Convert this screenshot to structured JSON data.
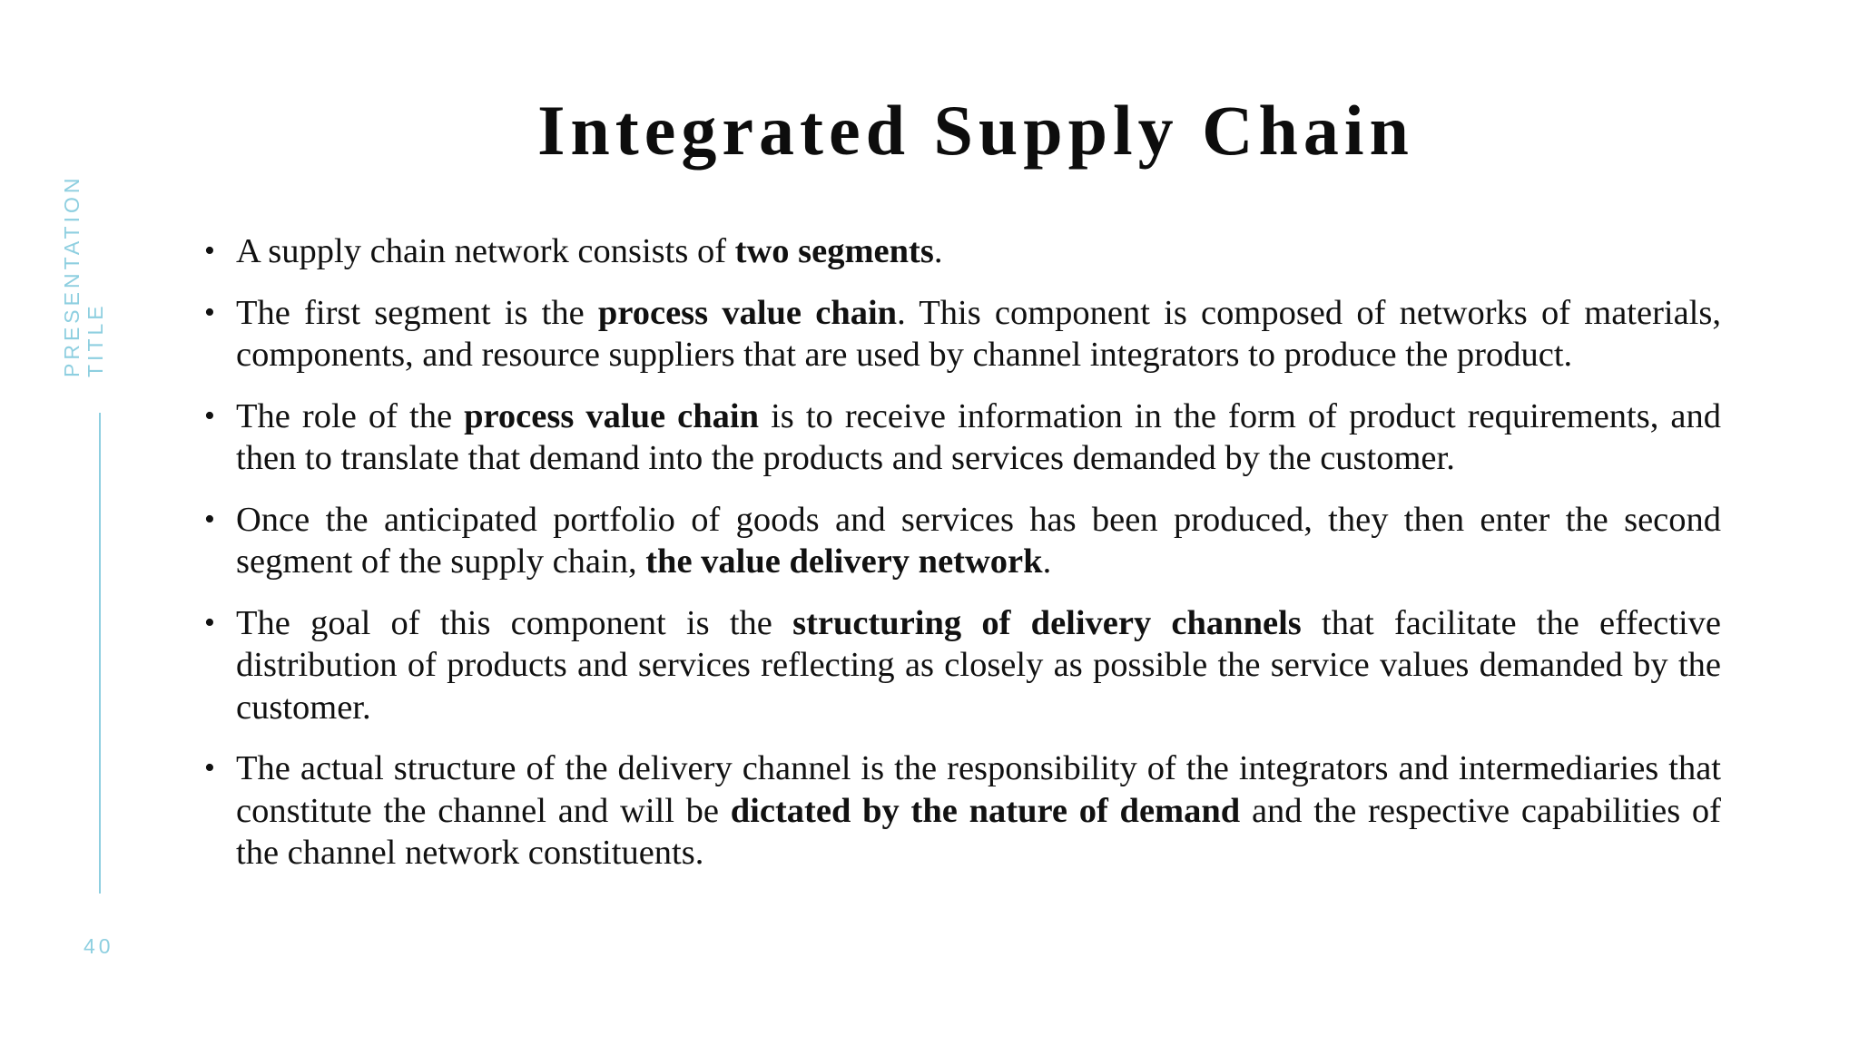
{
  "sidebar": {
    "title_line1": "PRESENTATION",
    "title_line2": "TITLE",
    "page_number": "40"
  },
  "slide": {
    "title": "Integrated Supply Chain",
    "bullet_symbol": "•",
    "bullets": [
      {
        "p1": "A supply chain network consists of ",
        "b1": "two segments",
        "p2": "."
      },
      {
        "p1": "The first segment is the ",
        "b1": "process value chain",
        "p2": ". This component is composed of networks of materials, components, and resource suppliers that are used by channel integrators to produce the product."
      },
      {
        "p1": "The role of the ",
        "b1": "process value chain",
        "p2": " is to receive information in the form of product requirements, and then to translate that demand into the products and services demanded by the customer."
      },
      {
        "p1": "Once the anticipated portfolio of goods and services has been produced, they then enter the second segment of the supply chain, ",
        "b1": "the value delivery network",
        "p2": "."
      },
      {
        "p1": "The goal of this component is the ",
        "b1": "structuring of delivery channels",
        "p2": " that facilitate the effective distribution of products and services reflecting as closely as possible the service values demanded by the customer."
      },
      {
        "p1": "The actual structure of the delivery channel is the responsibility of the integrators and intermediaries that constitute the channel and will be ",
        "b1": "dictated by the nature of demand",
        "p2": " and the respective capabilities of the channel network constituents."
      }
    ]
  },
  "colors": {
    "accent": "#8ecfe0",
    "text": "#111111",
    "background": "#ffffff"
  }
}
